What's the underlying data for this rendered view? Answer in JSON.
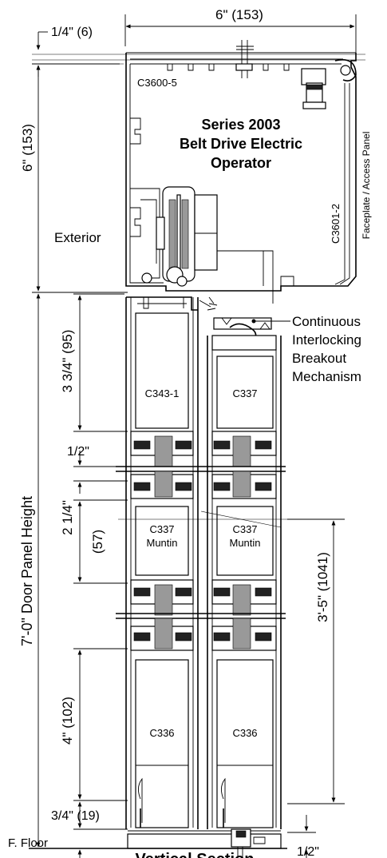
{
  "labels": {
    "top_offset": "1/4\" (6)",
    "top_width": "6\" (153)",
    "header_height": "6\" (153)",
    "header_profile": "C3600-5",
    "title_line1": "Series 2003",
    "title_line2": "Belt Drive Electric",
    "title_line3": "Operator",
    "faceplate_profile": "C3601-2",
    "faceplate_label": "Faceplate / Access Panel",
    "exterior": "Exterior",
    "breakout_line1": "Continuous",
    "breakout_line2": "Interlocking",
    "breakout_line3": "Breakout",
    "breakout_line4": "Mechanism",
    "rail_top_dim": "3 3/4\" (95)",
    "top_rail_left": "C343-1",
    "top_rail_right": "C337",
    "muntin_gap": "1/2\"",
    "muntin_height": "2 1/4\"",
    "muntin_mm": "(57)",
    "muntin_left_1": "C337",
    "muntin_left_2": "Muntin",
    "muntin_right_1": "C337",
    "muntin_right_2": "Muntin",
    "door_panel_height": "7'-0\" Door Panel Height",
    "muntin_center_height": "3'-5\" (1041)",
    "bottom_rail_dim": "4\" (102)",
    "bottom_rail_left": "C336",
    "bottom_rail_right": "C336",
    "bottom_gap": "3/4\" (19)",
    "floor": "F. Floor",
    "floor_gap": "1/2\"",
    "footer_title": "Vertical Section"
  }
}
